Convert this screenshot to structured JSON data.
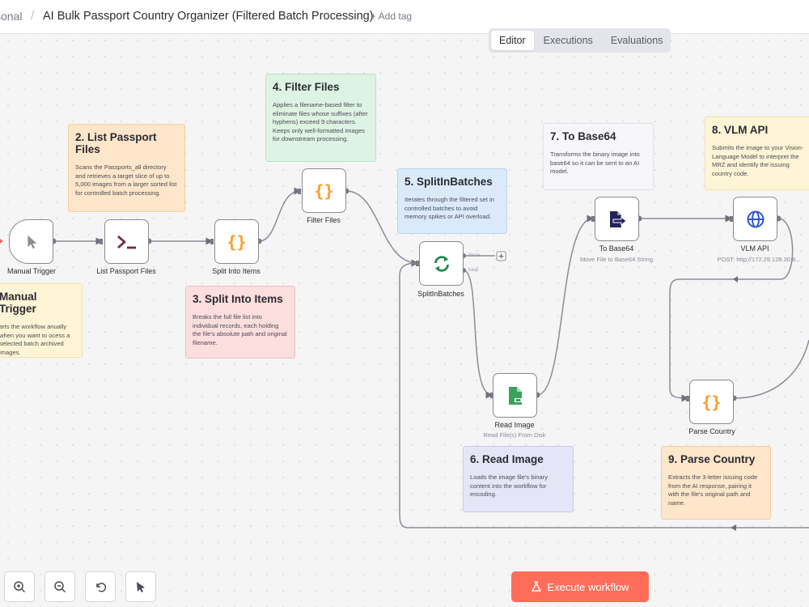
{
  "header": {
    "project": "sonal",
    "separator": "/",
    "title": "AI Bulk Passport Country Organizer (Filtered Batch Processing)",
    "add_tag": "+ Add tag"
  },
  "tabs": [
    {
      "label": "Editor",
      "active": true
    },
    {
      "label": "Executions",
      "active": false
    },
    {
      "label": "Evaluations",
      "active": false
    }
  ],
  "notes": {
    "manual_trigger": {
      "title": "Manual Trigger",
      "body": "arts the workflow anually when you want to ocess a selected batch archived images."
    },
    "list_files": {
      "title": "2. List Passport Files",
      "body": "Scans the Passports_all directory and retrieves a target slice of up to 5,000 images from a larger sorted list for controlled batch processing."
    },
    "split_items": {
      "title": "3. Split Into Items",
      "body": "Breaks the full file list into individual records, each holding the file's absolute path and original filename."
    },
    "filter_files": {
      "title": "4. Filter Files",
      "body": "Applies a filename-based filter to eliminate files whose suffixes (after hyphens) exceed 9 characters. Keeps only well-formatted images for downstream processing."
    },
    "split_batches": {
      "title": "5. SplitInBatches",
      "body": "Iterates through the filtered set in controlled batches to avoid memory spikes or API overload."
    },
    "read_image": {
      "title": "6. Read Image",
      "body": "Loads the image file's binary content into the workflow for encoding."
    },
    "to_base64": {
      "title": "7. To Base64",
      "body": "Transforms the binary image into base64 so it can be sent to an AI model."
    },
    "vlm_api": {
      "title": "8. VLM API",
      "body": "Submits the image to your Vision-Language Model to interpret the MRZ and identify the issuing country code."
    },
    "parse_country": {
      "title": "9. Parse Country",
      "body": "Extracts the 3-letter issuing code from the AI response, pairing it with the file's original path and name."
    }
  },
  "nodes": {
    "manual_trigger": {
      "label": "Manual Trigger",
      "icon": "cursor-icon"
    },
    "list_files": {
      "label": "List Passport Files",
      "icon": "terminal-icon"
    },
    "split_items": {
      "label": "Split Into Items",
      "icon": "code-braces-icon"
    },
    "filter_files": {
      "label": "Filter Files",
      "icon": "code-braces-icon"
    },
    "split_batches": {
      "label": "SplitInBatches",
      "icon": "sync-icon",
      "port_done": "done",
      "port_loop": "loop"
    },
    "read_image": {
      "label": "Read Image",
      "sub": "Read File(s) From Disk",
      "icon": "file-icon"
    },
    "to_base64": {
      "label": "To Base64",
      "sub": "Move File to Base64 String",
      "icon": "file-export-icon"
    },
    "vlm_api": {
      "label": "VLM API",
      "sub": "POST: http://172.29.128.30:8...",
      "icon": "globe-icon"
    },
    "parse_country": {
      "label": "Parse Country",
      "icon": "code-braces-icon"
    }
  },
  "toolbar": {
    "buttons": [
      "zoom-in-icon",
      "zoom-out-icon",
      "undo-icon",
      "tidy-up-icon"
    ],
    "execute_label": "Execute workflow"
  },
  "colors": {
    "accent": "#ff6d5a",
    "braces": "#ff9b26",
    "terminal": "#6e2a43",
    "sync": "#1f8a4c",
    "file": "#3aa35b",
    "base64": "#23235b",
    "globe": "#2f55d4"
  }
}
